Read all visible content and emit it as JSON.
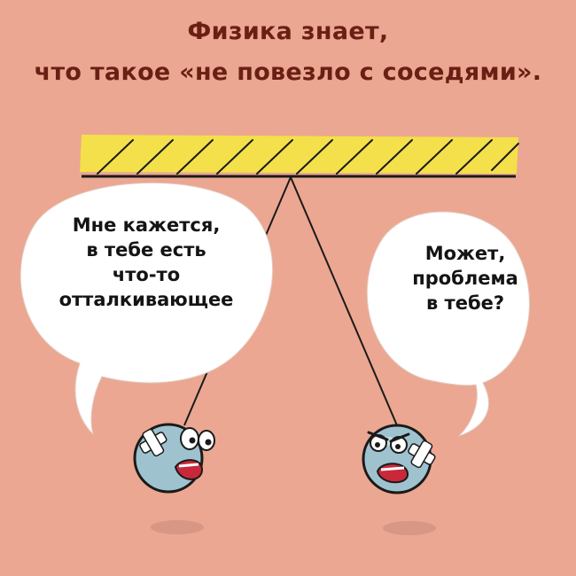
{
  "title": {
    "line1": "Физика знает,",
    "line2": "что такое «не повезло с соседями»."
  },
  "left_bubble": {
    "lines": [
      "Мне кажется,",
      "в тебе есть",
      "что-то",
      "отталкивающее"
    ]
  },
  "right_bubble": {
    "lines": [
      "Может,",
      "проблема",
      "в тебе?"
    ]
  },
  "colors": {
    "background": "#eba791",
    "title": "#6b1f14",
    "ceiling": "#f4e04a",
    "ball": "#9fc2cf",
    "bubble": "#ffffff"
  },
  "icons": [
    "ceiling-hatch",
    "left-ball-character-icon",
    "right-ball-character-icon",
    "bandage-icon"
  ]
}
